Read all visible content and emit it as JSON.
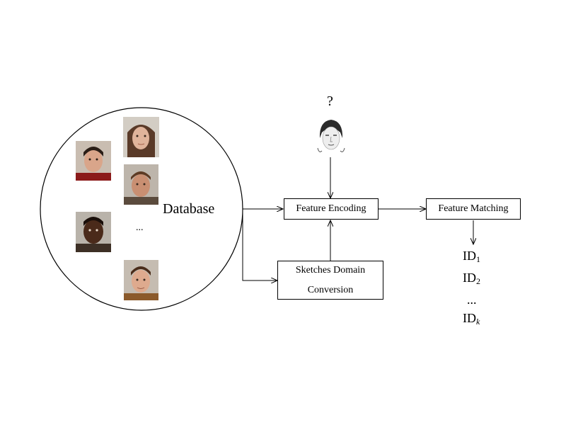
{
  "database": {
    "label": "Database",
    "ellipsis": "...",
    "faces": [
      "face-photo-1",
      "face-photo-2",
      "face-photo-3",
      "face-photo-4",
      "face-photo-5"
    ]
  },
  "query": {
    "label": "?",
    "icon": "sketch-face"
  },
  "boxes": {
    "feature_encoding": "Feature Encoding",
    "feature_matching": "Feature Matching",
    "sketches_line1": "Sketches Domain",
    "sketches_line2": "Conversion"
  },
  "outputs": {
    "id_prefix": "ID",
    "ids": [
      {
        "base": "ID",
        "sub": "1"
      },
      {
        "base": "ID",
        "sub": "2"
      },
      {
        "base": "...",
        "sub": ""
      },
      {
        "base": "ID",
        "sub": "k"
      }
    ]
  }
}
